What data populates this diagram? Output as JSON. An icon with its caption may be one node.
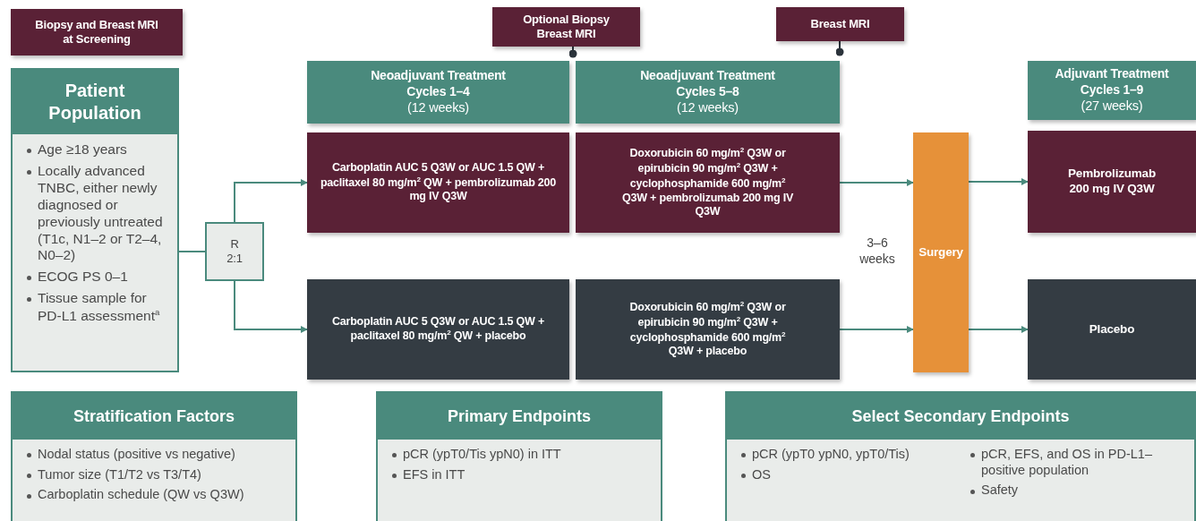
{
  "diagram": {
    "nodes": [
      {
        "text": [
          "Biopsy and Breast MRI at Screening"
        ]
      },
      {
        "text": [
          "Patient Population",
          "Age ≥18 years",
          "Locally advanced TNBC, either newly diagnosed or previously untreated (T1c, N1–2 or T2–4, N0–2)",
          "ECOG PS 0–1",
          "Tissue sample for PD-L1 assessment$^{a}$"
        ]
      },
      {
        "text": [
          "Optional Biopsy Breast MRI"
        ]
      },
      {
        "text": [
          "Breast MRI"
        ]
      },
      {
        "text": [
          "Neoadjuvant Treatment Cycles 1–4",
          "(12 weeks)"
        ]
      },
      {
        "text": [
          "Neoadjuvant Treatment Cycles 5–8",
          "(12 weeks)"
        ]
      },
      {
        "text": [
          "Adjuvant Treatment Cycles 1–9",
          "(27 weeks)"
        ]
      },
      {
        "text": [
          "R 2:1"
        ]
      },
      {
        "text": [
          "Carboplatin AUC 5 Q3W or AUC 1.5 QW + paclitaxel 80 mg/m$^{2}$ QW + pembrolizumab 200 mg IV Q3W"
        ]
      },
      {
        "text": [
          "Doxorubicin 60 mg/m$^{2}$ Q3W or epirubicin 90 mg/m$^{2}$ Q3W + cyclophosphamide 600 mg/m$^{2}$ Q3W + pembrolizumab 200 mg IV Q3W"
        ]
      },
      {
        "text": [
          "Surgery"
        ]
      },
      {
        "text": [
          "Pembrolizumab 200 mg IV Q3W"
        ]
      },
      {
        "text": [
          "Carboplatin AUC 5 Q3W or AUC 1.5 QW + paclitaxel 80 mg/m$^{2}$ QW + placebo"
        ]
      },
      {
        "text": [
          "Doxorubicin 60 mg/m$^{2}$ Q3W or epirubicin 90 mg/m$^{2}$ Q3W + cyclophosphamide 600 mg/m$^{2}$ Q3W + placebo"
        ]
      },
      {
        "text": [
          "Placebo"
        ]
      },
      {
        "text": [
          "Stratification Factors",
          "Nodal status (positive vs negative)",
          "Tumor size (T1/T2 vs T3/T4)",
          "Carboplatin schedule (QW vs Q3W)"
        ]
      },
      {
        "text": [
          "Primary Endpoints",
          "pCR (ypT0/Tis ypN0) in ITT",
          "EFS in ITT"
        ]
      },
      {
        "text": [
          "Select Secondary Endpoints",
          "pCR (ypT0 ypN0, ypT0/Tis)",
          "OS",
          "pCR, EFS, and OS in PD-L1–positive population",
          "Safety"
        ]
      }
    ],
    "edges": [
      {
        "from": 1,
        "to": 7,
        "arrow": "none"
      },
      {
        "from": 7,
        "to": 8,
        "arrow": "to"
      },
      {
        "from": 7,
        "to": 12,
        "arrow": "to"
      },
      {
        "from": 9,
        "to": 10,
        "arrow": "to"
      },
      {
        "from": 13,
        "to": 10,
        "arrow": "to"
      },
      {
        "from": 10,
        "to": 11,
        "arrow": "to"
      },
      {
        "from": 10,
        "to": 14,
        "arrow": "to"
      },
      {
        "from": 2,
        "to": null,
        "arrow": "other",
        "color": "#2b333b"
      },
      {
        "from": 3,
        "to": null,
        "arrow": "other",
        "color": "#2b333b"
      }
    ],
    "labels": [
      "3–6 weeks"
    ]
  }
}
